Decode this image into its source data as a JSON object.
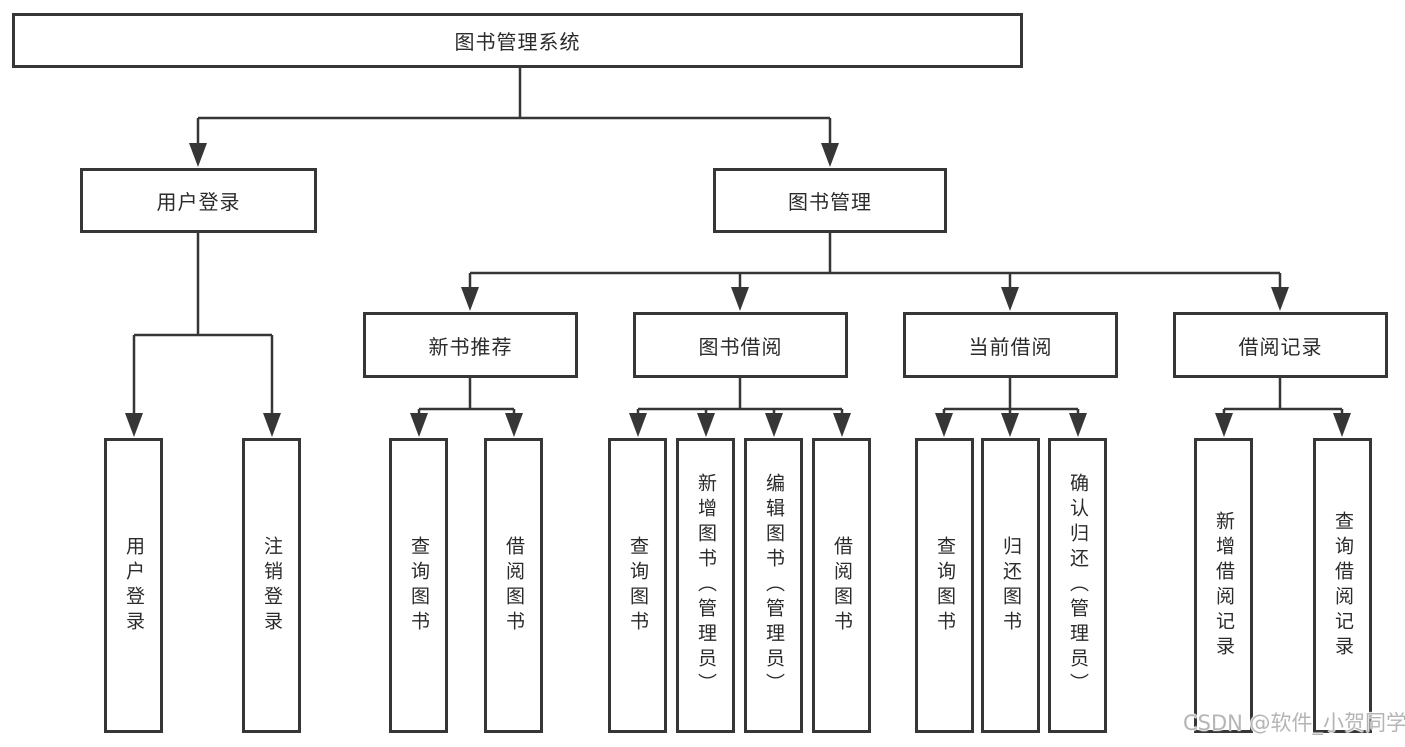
{
  "diagram": {
    "root": {
      "label": "图书管理系统"
    },
    "branches": [
      {
        "label": "用户登录",
        "leaves": [
          {
            "label": "用户登录"
          },
          {
            "label": "注销登录"
          }
        ]
      },
      {
        "label": "图书管理",
        "groups": [
          {
            "label": "新书推荐",
            "leaves": [
              {
                "label": "查询图书"
              },
              {
                "label": "借阅图书"
              }
            ]
          },
          {
            "label": "图书借阅",
            "leaves": [
              {
                "label": "查询图书"
              },
              {
                "label": "新增图书（管理员）"
              },
              {
                "label": "编辑图书（管理员）"
              },
              {
                "label": "借阅图书"
              }
            ]
          },
          {
            "label": "当前借阅",
            "leaves": [
              {
                "label": "查询图书"
              },
              {
                "label": "归还图书"
              },
              {
                "label": "确认归还（管理员）"
              }
            ]
          },
          {
            "label": "借阅记录",
            "leaves": [
              {
                "label": "新增借阅记录"
              },
              {
                "label": "查询借阅记录"
              }
            ]
          }
        ]
      }
    ]
  },
  "watermark": {
    "text": "CSDN @软件_小贺同学"
  },
  "colors": {
    "line": "#363636",
    "border": "#363636",
    "text": "#2b2b2b",
    "background": "#ffffff",
    "watermark": "#b5b5b5"
  }
}
